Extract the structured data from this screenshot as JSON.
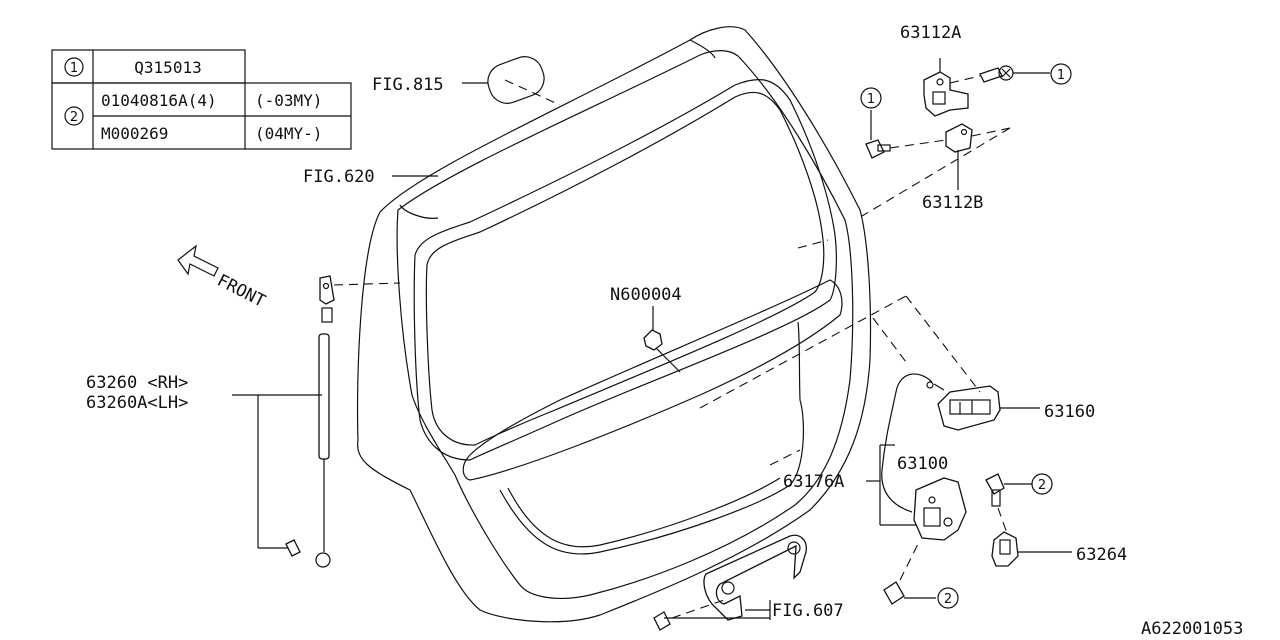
{
  "table": {
    "rows": [
      {
        "ref": "1",
        "part": "Q315013",
        "note": ""
      },
      {
        "ref": "2",
        "part": "01040816A(4)",
        "note": "(-03MY)"
      },
      {
        "ref": "",
        "part": "M000269",
        "note": "(04MY-)"
      }
    ]
  },
  "labels": {
    "fig815": "FIG.815",
    "fig620": "FIG.620",
    "fig607": "FIG.607",
    "p63112A": "63112A",
    "p63112B": "63112B",
    "front": "FRONT",
    "n600004": "N600004",
    "p63260_rh": "63260 <RH>",
    "p63260A_lh": "63260A<LH>",
    "p63160": "63160",
    "p63100": "63100",
    "p63176A": "63176A",
    "p63264": "63264",
    "diagram_id": "A622001053"
  },
  "callouts": {
    "c1a": "1",
    "c1b": "1",
    "c2a": "2",
    "c2b": "2"
  }
}
